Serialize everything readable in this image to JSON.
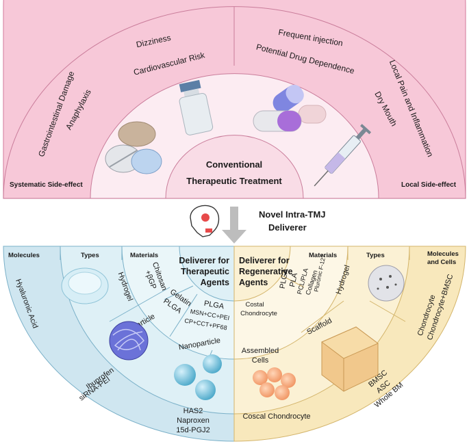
{
  "top": {
    "center": {
      "line1": "Conventional",
      "line2": "Therapeutic Treatment"
    },
    "left_corner_label": "Systematic Side-effect",
    "right_corner_label": "Local Side-effect",
    "systemic_effects": [
      "Dizziness",
      "Cardiovascular Risk",
      "Gastrointestinal Damage",
      "Anaphylaxis"
    ],
    "local_effects": [
      "Frequent injection",
      "Potential Drug Dependence",
      "Local Pain and Inflammation",
      "Dry Mouth"
    ],
    "icons": [
      "pill-tablets-icon",
      "vial-icon",
      "capsule-icon",
      "syringe-icon"
    ]
  },
  "middle": {
    "line1": "Novel Intra-TMJ",
    "line2": "Deliverer",
    "icon": "skull-icon"
  },
  "bottom_left": {
    "center": {
      "line1": "Deliverer for",
      "line2": "Therapeutic",
      "line3": "Agents"
    },
    "headers": {
      "molecules": "Molecules",
      "types": "Types",
      "materials": "Materials"
    },
    "materials": {
      "chitosan": [
        "Chitosan",
        "+βGP"
      ],
      "gelatin": [
        "Gelatin",
        "PLGA"
      ],
      "plga": [
        "PLGA",
        "MSN+CC+PEI",
        "CP+CCT+PF68"
      ]
    },
    "types": [
      "Hydrogel",
      "Microparticle",
      "Nanoparticle"
    ],
    "molecules": {
      "hydrogel": "Hyaluronic Acid",
      "micro": [
        "Ibuprofen",
        "siRNA-PEI"
      ],
      "nano": [
        "HAS2",
        "Naproxen",
        "15d-PGJ2"
      ]
    }
  },
  "bottom_right": {
    "center": {
      "line1": "Deliverer for",
      "line2": "Regenerative",
      "line3": "Agents"
    },
    "headers": {
      "materials": "Materials",
      "types": "Types",
      "molecules_cells_1": "Molecules",
      "molecules_cells_2": "and Cells"
    },
    "materials": {
      "pluronic": "Pluronic F-127",
      "plga_stack": [
        "PLGA",
        "PLA",
        "PCL/PLA",
        "Collagen"
      ],
      "costal": [
        "Costal",
        "Chondrocyte"
      ]
    },
    "types": [
      "Hydrogel",
      "Scaffold",
      "Assembled",
      "Cells"
    ],
    "molecules_cells": {
      "hydrogel": [
        "Chondrocyte",
        "Chondrocyte+BMSC"
      ],
      "scaffold": [
        "BMSC",
        "ASC",
        "Whole BM"
      ],
      "assembled": "Coscal Chondrocyte"
    }
  },
  "colors": {
    "pink_outer": "#f7c8d8",
    "pink_mid": "#f9dce6",
    "pink_inner": "#fcecf2",
    "blue_outer": "#cfe6f0",
    "blue_mid": "#def0f6",
    "blue_inner": "#eaf6f9",
    "cream_outer": "#f8e8bc",
    "cream_mid": "#fbf1d4",
    "cream_inner": "#fdf7e6"
  }
}
